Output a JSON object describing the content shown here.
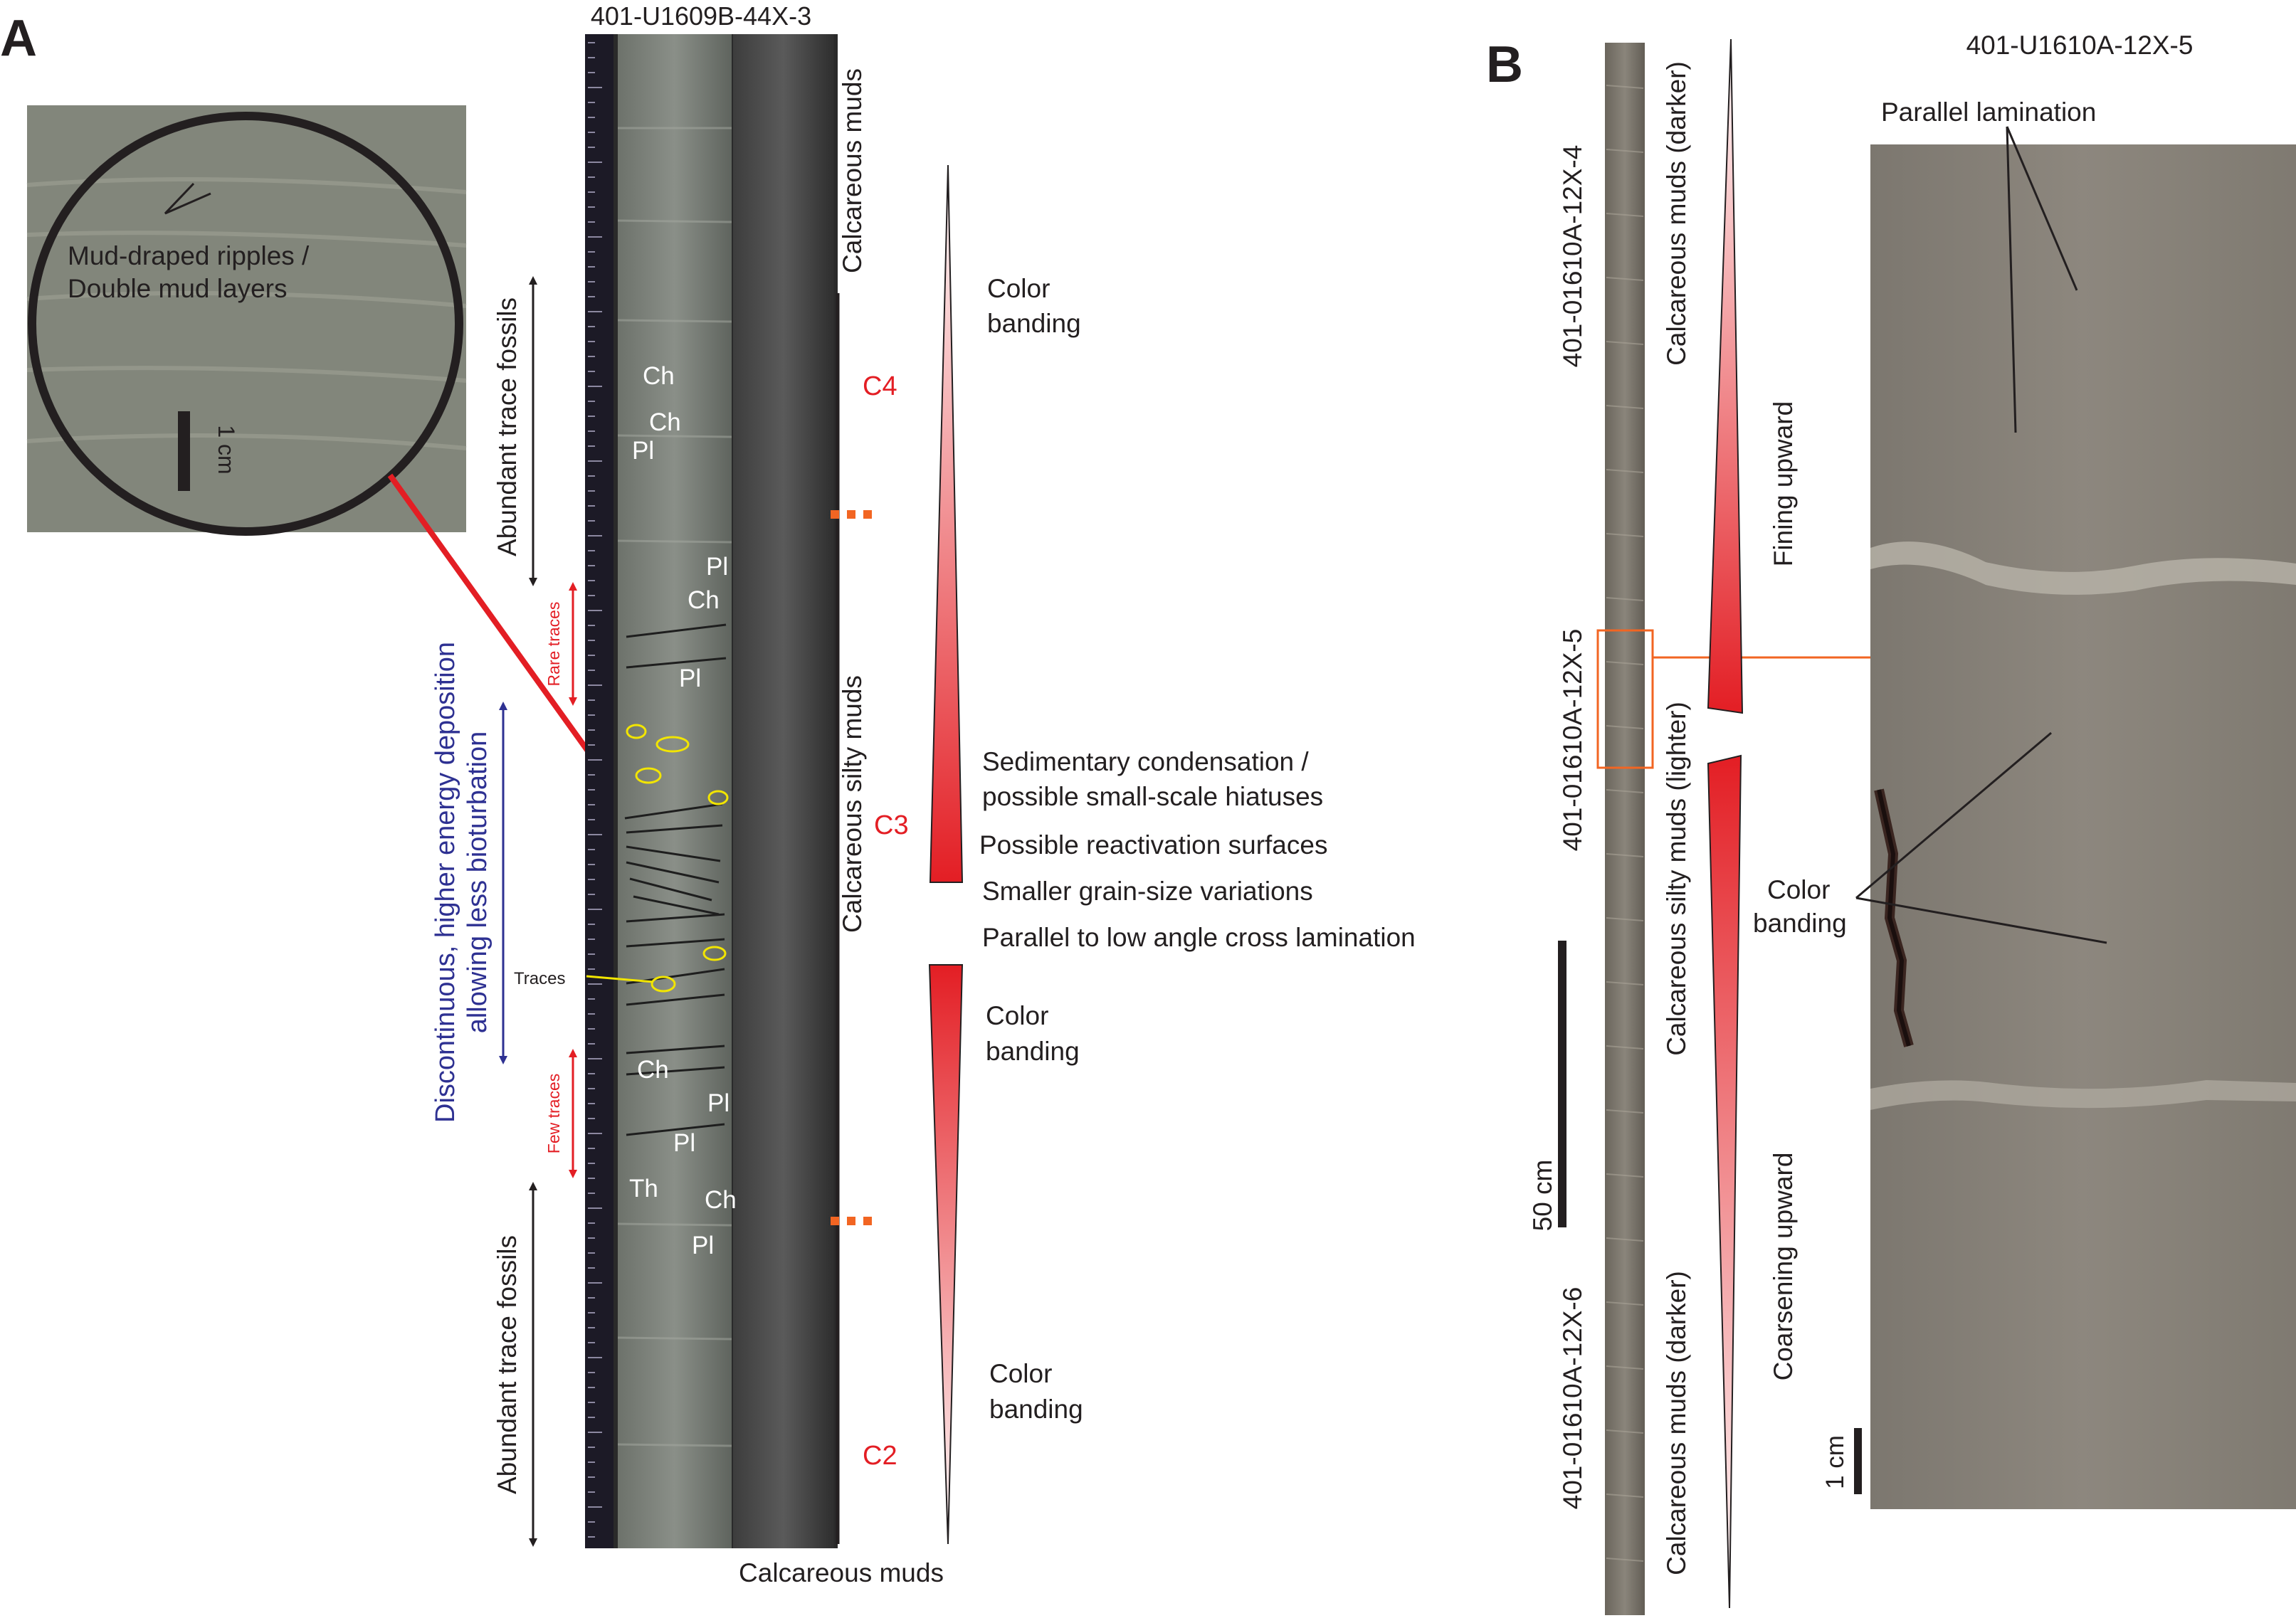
{
  "panel_a": {
    "label": "A",
    "core_id": "401-U1609B-44X-3",
    "inset": {
      "note_line1": "Mud-draped ripples /",
      "note_line2": "Double mud layers",
      "scale": "1 cm"
    },
    "left_labels": {
      "abundant_top": "Abundant trace fossils",
      "abundant_bottom": "Abundant trace fossils",
      "rare": "Rare traces",
      "few": "Few traces",
      "blue_line1": "Discontinuous, higher energy deposition",
      "blue_line2": "allowing less bioturbation",
      "traces": "Traces"
    },
    "trace_labels": [
      "Ch",
      "Ch",
      "Pl",
      "Pl",
      "Ch",
      "Pl",
      "Ch",
      "Pl",
      "Pl",
      "Th",
      "Ch",
      "Pl"
    ],
    "lithology": {
      "top": "Calcareous muds",
      "middle": "Calcareous silty muds",
      "bottom": "Calcareous muds"
    },
    "cycles": [
      "C4",
      "C3",
      "C2"
    ],
    "annotations": {
      "color_banding_1a": "Color",
      "color_banding_1b": "banding",
      "condensation_1": "Sedimentary condensation /",
      "condensation_2": "possible small-scale hiatuses",
      "reactivation": "Possible reactivation surfaces",
      "grain": "Smaller grain-size variations",
      "parallel": "Parallel to low angle cross lamination",
      "color_banding_2a": "Color",
      "color_banding_2b": "banding",
      "color_banding_3a": "Color",
      "color_banding_3b": "banding"
    }
  },
  "panel_b": {
    "label": "B",
    "core_id": "401-U1610A-12X-5",
    "sections": [
      "401-01610A-12X-4",
      "401-01610A-12X-5",
      "401-01610A-12X-6"
    ],
    "lithology": {
      "top": "Calcareous muds (darker)",
      "middle": "Calcareous silty muds (lighter)",
      "bottom": "Calcareous muds (darker)"
    },
    "trends": {
      "upper": "Fining upward",
      "lower": "Coarsening upward"
    },
    "scale_long": "50 cm",
    "scale_short": "1 cm",
    "photo_labels": {
      "parallel": "Parallel lamination",
      "color_a": "Color",
      "color_b": "banding"
    }
  },
  "colors": {
    "trace_red": "#e31e24",
    "cycle_red": "#e31e24",
    "blue_text": "#2e3192",
    "marker_orange": "#f26522",
    "circle_yellow": "#f2e500"
  }
}
